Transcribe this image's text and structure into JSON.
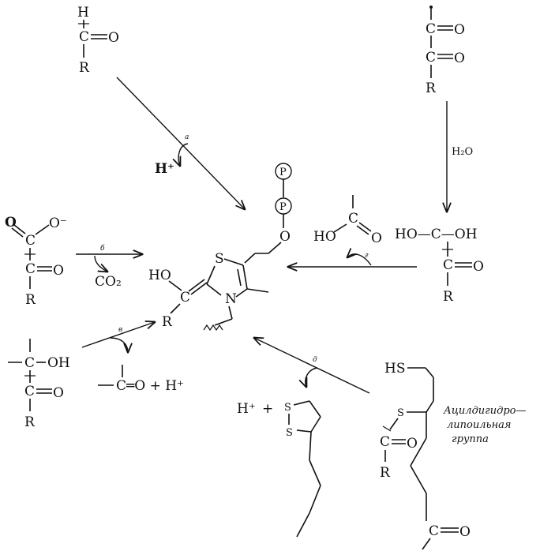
{
  "atoms": {
    "h": "H",
    "c": "C",
    "o": "O",
    "r": "R",
    "s": "S",
    "n": "N",
    "p": "P",
    "ho": "HO",
    "oh": "OH",
    "hs": "HS",
    "o_minus": "O⁻",
    "h_plus": "H⁺",
    "plus": "+",
    "co2": "CO₂",
    "h2o": "H₂O",
    "ho_c_oh": "HO—C—OH",
    "c_o_plus_h": "C═O + H⁺"
  },
  "labels": {
    "a": "а",
    "b": "б",
    "v": "в",
    "g": "г",
    "d": "д",
    "acyl_group": [
      "Ацилдигидро—",
      "липоильная",
      "группа"
    ]
  }
}
